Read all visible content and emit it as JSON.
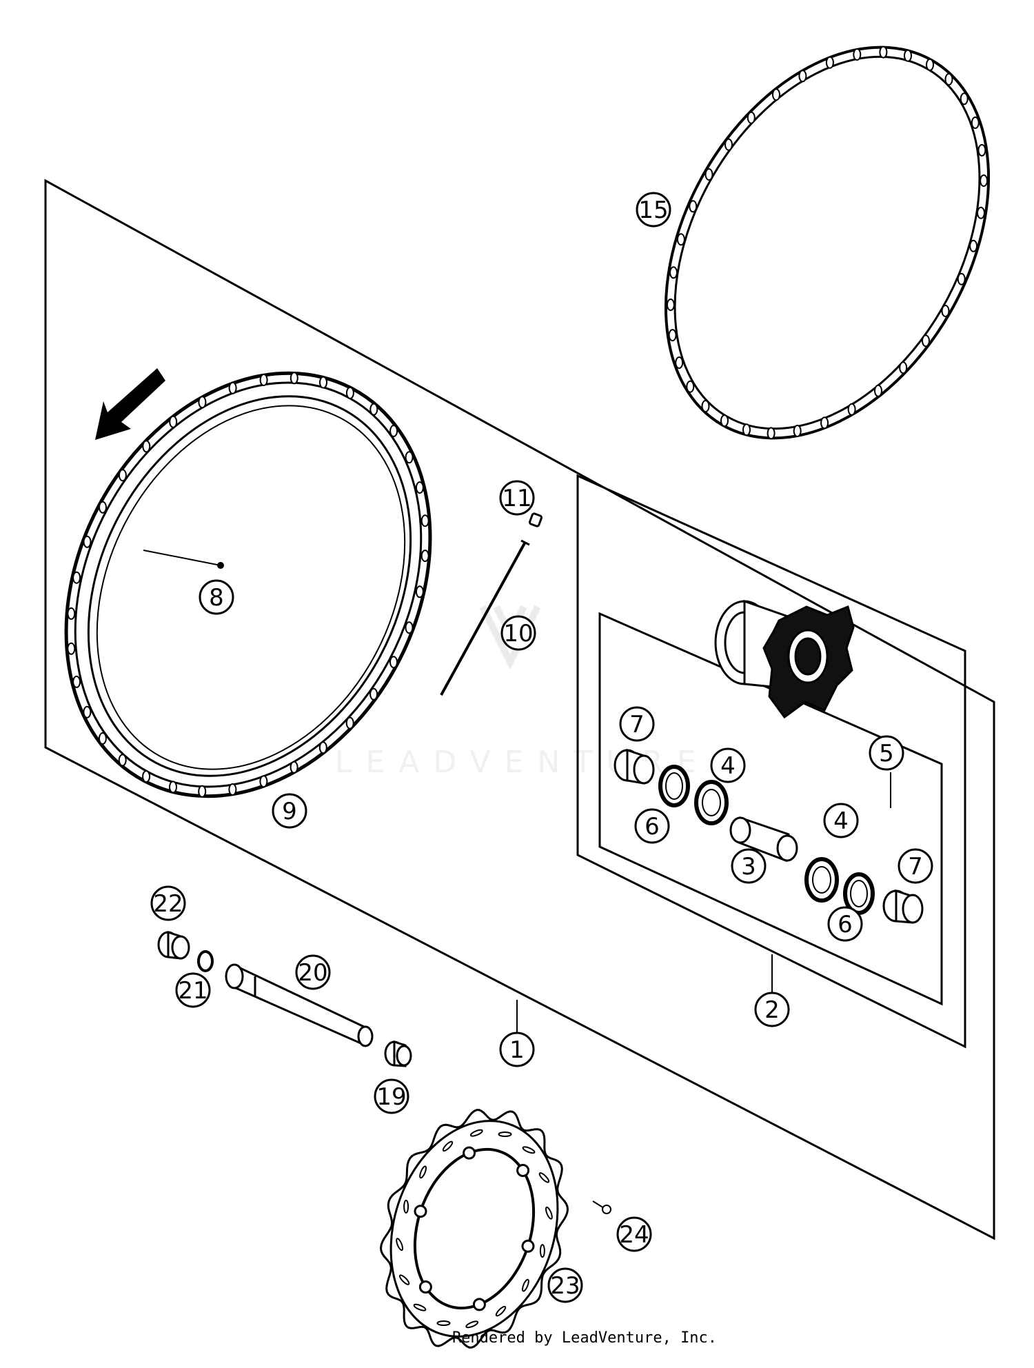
{
  "watermark": {
    "text": "LEADVENTURE"
  },
  "callouts": [
    "1",
    "2",
    "3",
    "4",
    "4",
    "5",
    "6",
    "6",
    "7",
    "7",
    "8",
    "9",
    "10",
    "11",
    "15",
    "19",
    "20",
    "21",
    "22",
    "23",
    "24"
  ],
  "credit": "Rendered by LeadVenture, Inc.",
  "colors": {
    "line": "#000000",
    "background": "#ffffff",
    "watermark": "#e2e2e2"
  }
}
